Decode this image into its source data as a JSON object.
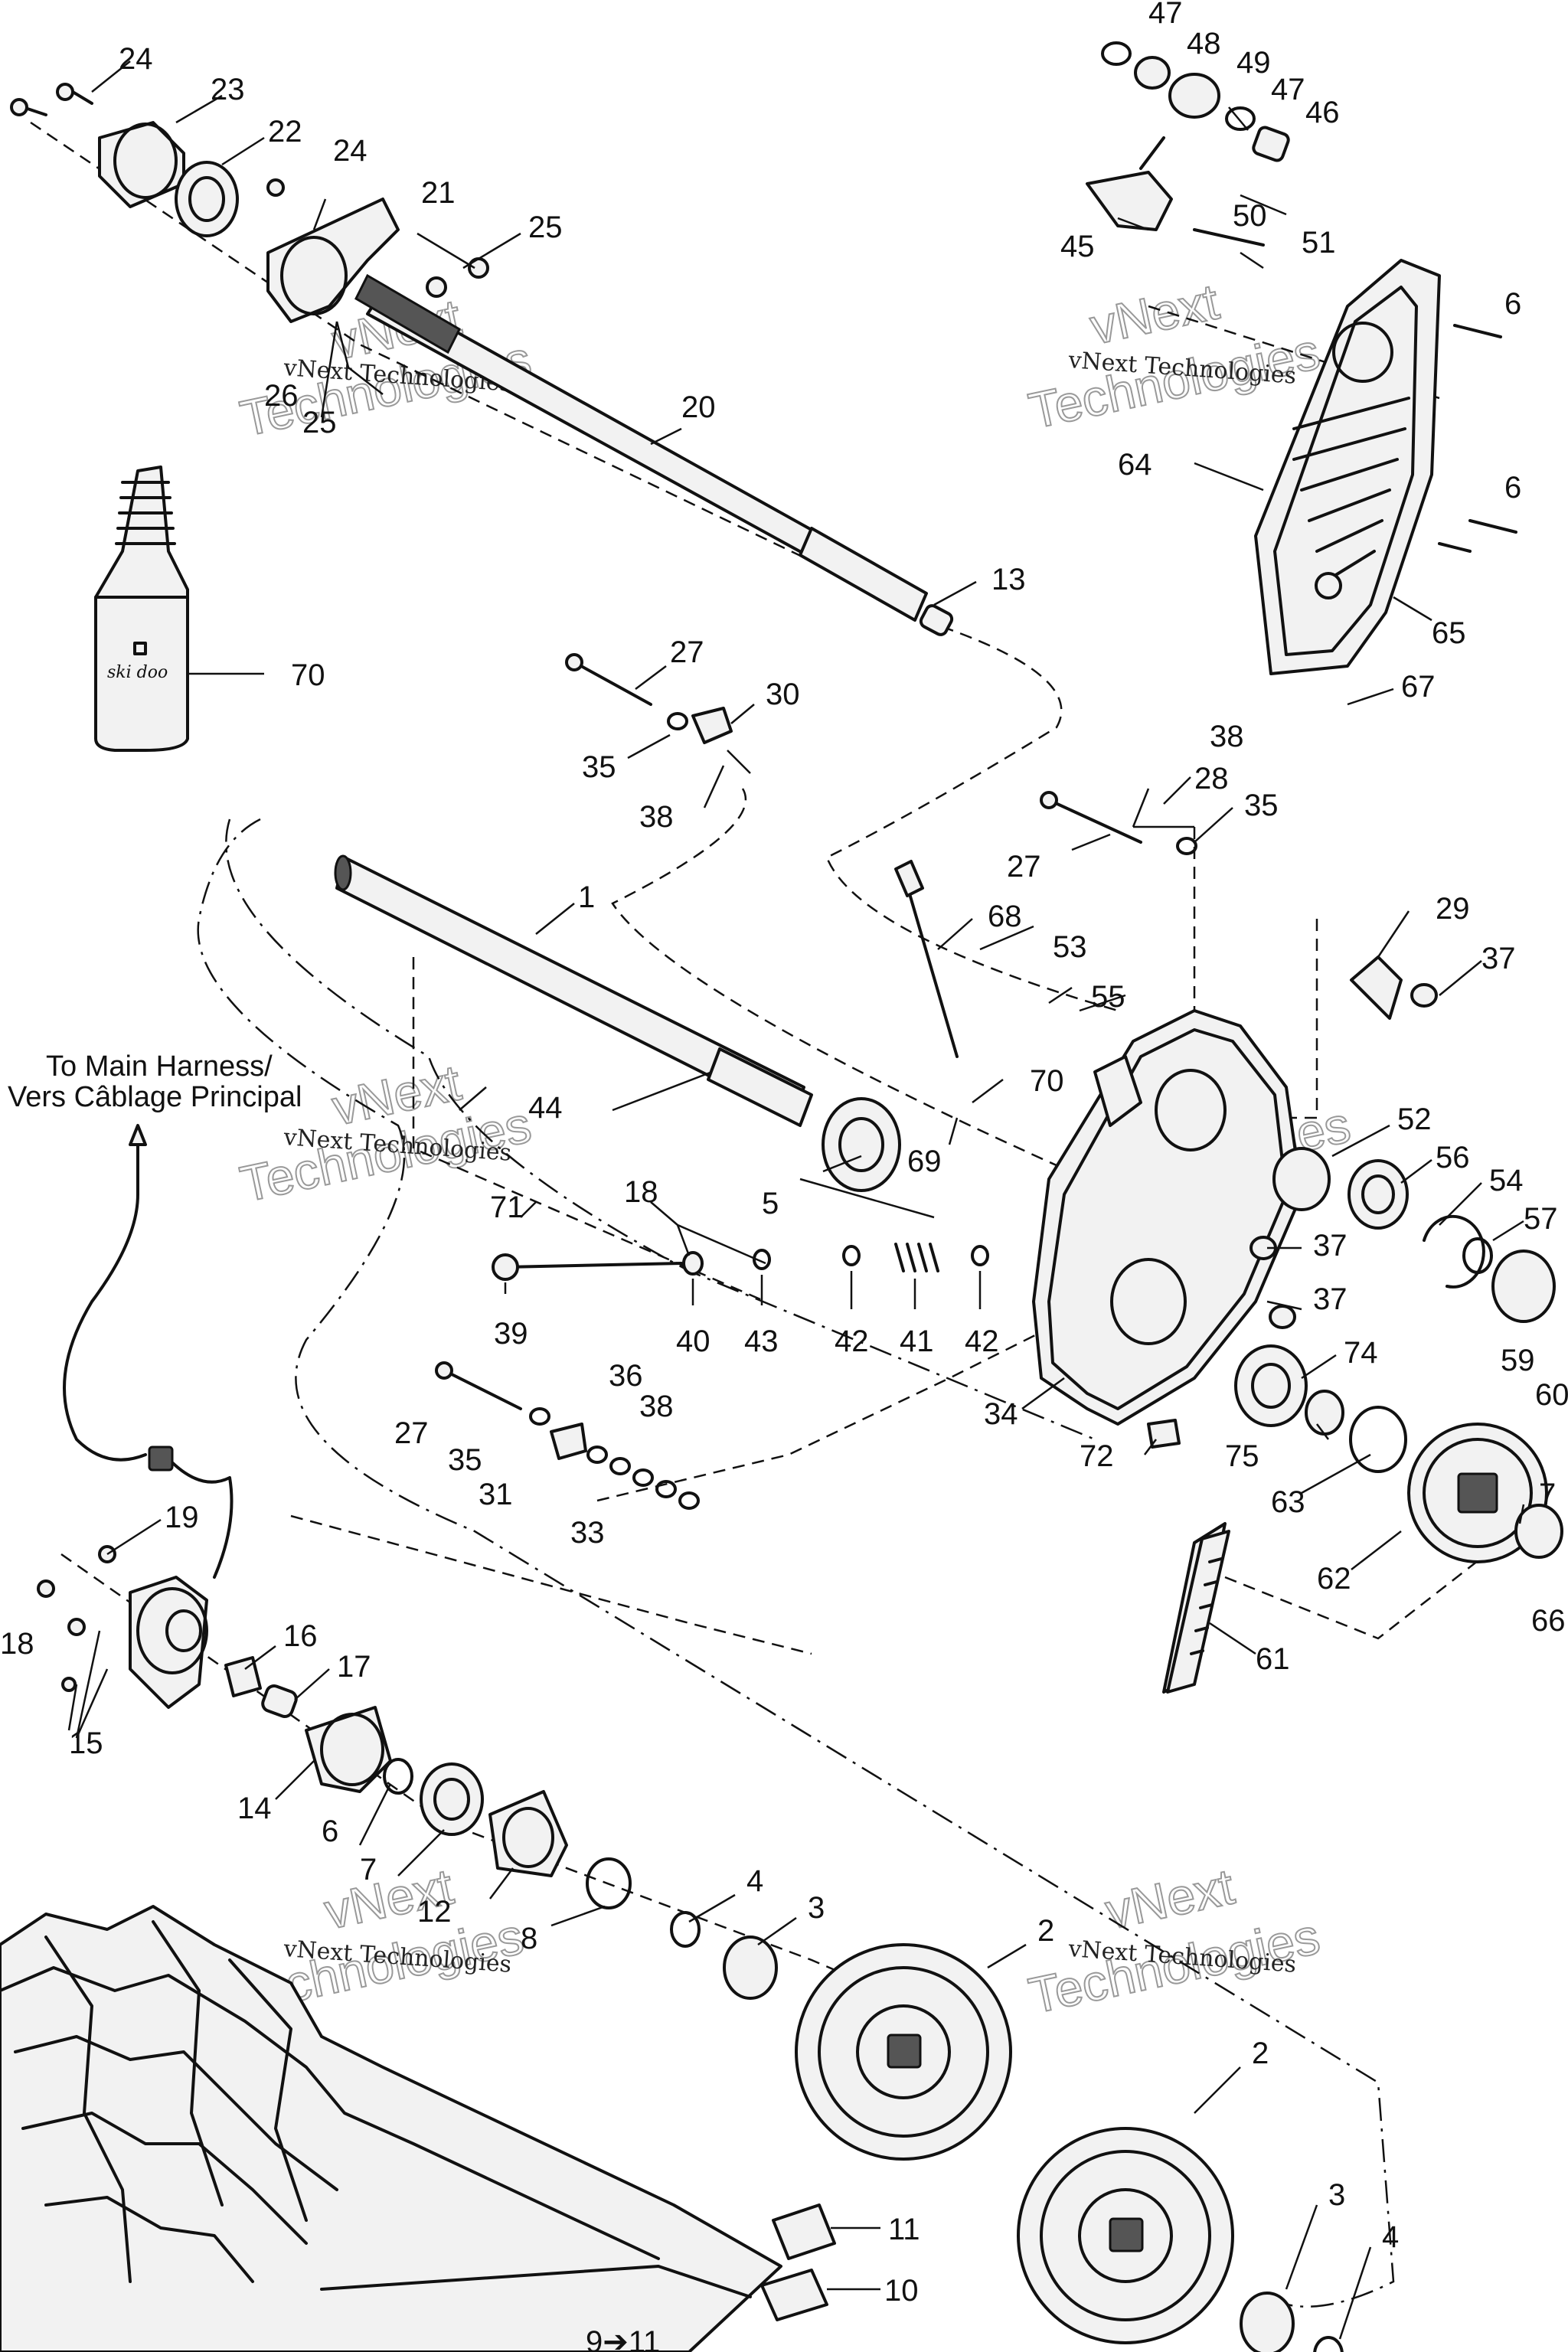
{
  "notes": {
    "harness_line1": "To Main Harness/",
    "harness_line2": "Vers Câblage Principal",
    "bottom_ref": "9➔11"
  },
  "watermark": {
    "small": "vNext Technologies",
    "big": "Technologies",
    "top": "vNext"
  },
  "bottle_brand": "ski doo",
  "callouts": {
    "c1": "1",
    "c2a": "2",
    "c2b": "2",
    "c3a": "3",
    "c3b": "3",
    "c4a": "4",
    "c4b": "4",
    "c5": "5",
    "c6": "6",
    "c6r1": "6",
    "c6r2": "6",
    "c7": "7",
    "c8": "8",
    "c10": "10",
    "c11": "11",
    "c12": "12",
    "c13": "13",
    "c14": "14",
    "c15": "15",
    "c16": "16",
    "c17": "17",
    "c18a": "18",
    "c18b": "18",
    "c19": "19",
    "c20": "20",
    "c21": "21",
    "c22": "22",
    "c23": "23",
    "c24a": "24",
    "c24b": "24",
    "c25a": "25",
    "c25b": "25",
    "c26": "26",
    "c27a": "27",
    "c27b": "27",
    "c27c": "27",
    "c28": "28",
    "c29": "29",
    "c30": "30",
    "c31": "31",
    "c33": "33",
    "c34": "34",
    "c35a": "35",
    "c35b": "35",
    "c35c": "35",
    "c36": "36",
    "c37a": "37",
    "c37b": "37",
    "c37c": "37",
    "c38a": "38",
    "c38b": "38",
    "c38c": "38",
    "c39": "39",
    "c40": "40",
    "c41": "41",
    "c42a": "42",
    "c42b": "42",
    "c43": "43",
    "c44": "44",
    "c45": "45",
    "c46": "46",
    "c47a": "47",
    "c47b": "47",
    "c48": "48",
    "c49": "49",
    "c50": "50",
    "c51": "51",
    "c52": "52",
    "c53": "53",
    "c54": "54",
    "c55": "55",
    "c56": "56",
    "c57": "57",
    "c59": "59",
    "c60": "60",
    "c61": "61",
    "c62": "62",
    "c63": "63",
    "c64": "64",
    "c65": "65",
    "c66": "66",
    "c67": "67",
    "c68": "68",
    "c69": "69",
    "c70a": "70",
    "c70b": "70",
    "c71": "71",
    "c72": "72",
    "c74": "74",
    "c75": "75",
    "c7r": "7"
  }
}
